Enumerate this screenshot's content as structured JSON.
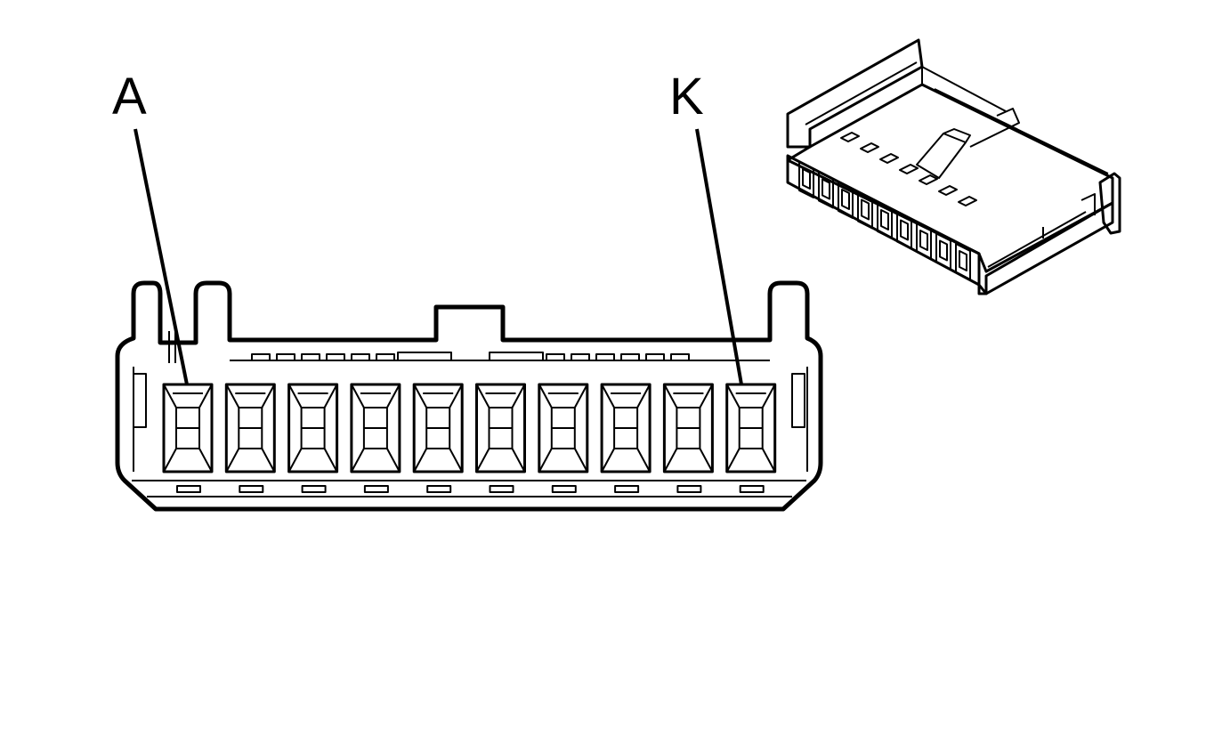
{
  "labels": {
    "first_pin": "A",
    "last_pin": "K"
  },
  "connector": {
    "cavity_count": 10,
    "iso_cavity_count": 9
  },
  "colors": {
    "stroke": "#000000",
    "background": "#ffffff"
  }
}
